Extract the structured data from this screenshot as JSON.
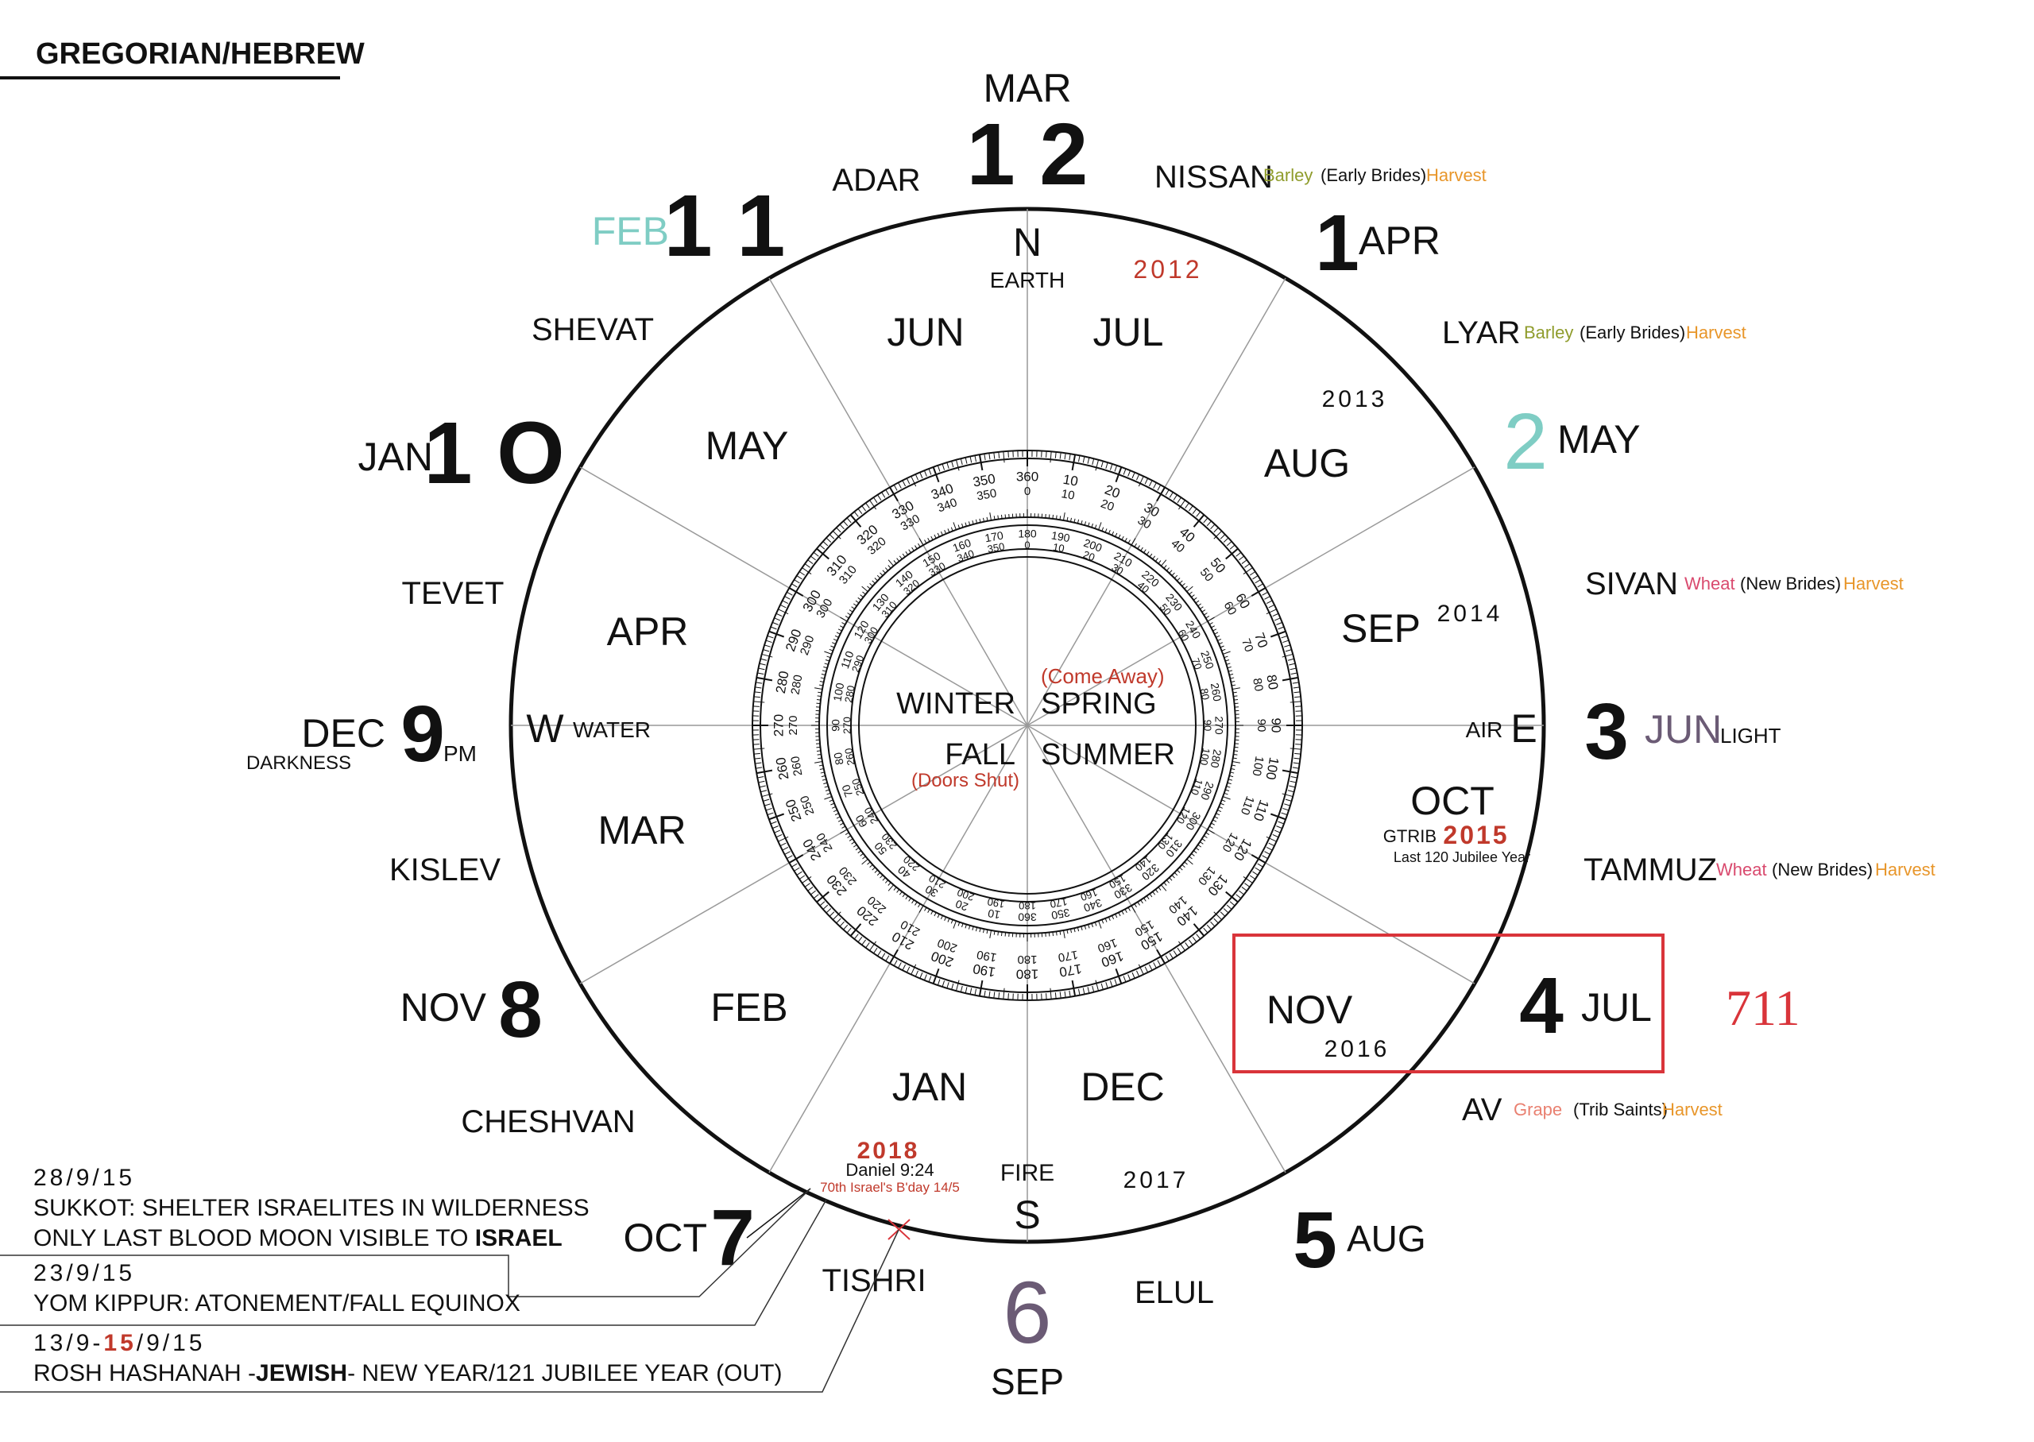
{
  "header": {
    "title": "GREGORIAN/HEBREW"
  },
  "colors": {
    "ink": "#111111",
    "red": "#c0392b",
    "teal": "#7fcdc4",
    "purple": "#6b5b75",
    "olive": "#8f9c2c",
    "orange": "#e8962a",
    "pink": "#d94a6e",
    "salmon": "#e98070",
    "box": "#d9343a",
    "grey": "#999999"
  },
  "compass": {
    "north": "N",
    "north_sub": "EARTH",
    "east": "E",
    "east_sub": "AIR",
    "south": "S",
    "south_sub": "FIRE",
    "west": "W",
    "west_sub": "WATER"
  },
  "center": {
    "winter": "WINTER",
    "spring": "SPRING",
    "fall": "FALL",
    "summer": "SUMMER",
    "come_away": "(Come Away)",
    "doors_shut": "(Doors Shut)"
  },
  "clock": {
    "n12": "1 2",
    "m12": "MAR",
    "n1": "1",
    "m1": "APR",
    "n2": "2",
    "m2": "MAY",
    "n3": "3",
    "m3": "JUN",
    "m3_sub": "LIGHT",
    "n4": "4",
    "m4": "JUL",
    "n5": "5",
    "m5": "AUG",
    "n6": "6",
    "m6": "SEP",
    "n7": "7",
    "m7": "OCT",
    "n8": "8",
    "m8": "NOV",
    "n9": "9",
    "m9": "DEC",
    "m9_sub1": "DARKNESS",
    "m9_sub2": "PM",
    "n10": "1 O",
    "m10": "JAN",
    "n11": "1 1",
    "m11": "FEB"
  },
  "hebrew": {
    "adar": "ADAR",
    "nissan": "NISSAN",
    "lyar": "LYAR",
    "sivan": "SIVAN",
    "tammuz": "TAMMUZ",
    "av": "AV",
    "elul": "ELUL",
    "tishri": "TISHRI",
    "cheshvan": "CHESHVAN",
    "kislev": "KISLEV",
    "tevet": "TEVET",
    "shevat": "SHEVAT",
    "barley": "Barley",
    "early_brides": "(Early Brides)",
    "wheat": "Wheat",
    "new_brides": "(New Brides)",
    "grape": "Grape",
    "trib_saints": "(Trib Saints)",
    "harvest": "Harvest"
  },
  "inner_months": {
    "jun": "JUN",
    "jul": "JUL",
    "aug": "AUG",
    "sep": "SEP",
    "oct": "OCT",
    "nov": "NOV",
    "dec": "DEC",
    "jan": "JAN",
    "feb": "FEB",
    "mar": "MAR",
    "apr": "APR",
    "may": "MAY"
  },
  "years": {
    "y2012": "2012",
    "y2013": "2013",
    "y2014": "2014",
    "y2015": "2015",
    "gtrib": "GTRIB",
    "jubilee_note": "Last 120 Jubilee Year",
    "y2016": "2016",
    "y2017": "2017",
    "y2018": "2018",
    "daniel": "Daniel 9:24",
    "israel_bday": "70th Israel's B'day 14/5"
  },
  "box_label": "711",
  "notes": [
    {
      "date": "28/9/15",
      "line1": "SUKKOT: SHELTER ISRAELITES IN WILDERNESS",
      "line2a": "ONLY LAST BLOOD MOON VISIBLE TO ",
      "line2b": "ISRAEL"
    },
    {
      "date": "23/9/15",
      "line1": "YOM KIPPUR: ATONEMENT/FALL EQUINOX"
    },
    {
      "date_a": "13/9-",
      "date_b": "15",
      "date_c": "/9/15",
      "line1a": "ROSH HASHANAH -",
      "line1b": "JEWISH",
      "line1c": "- NEW YEAR/121 JUBILEE YEAR (OUT)"
    }
  ]
}
